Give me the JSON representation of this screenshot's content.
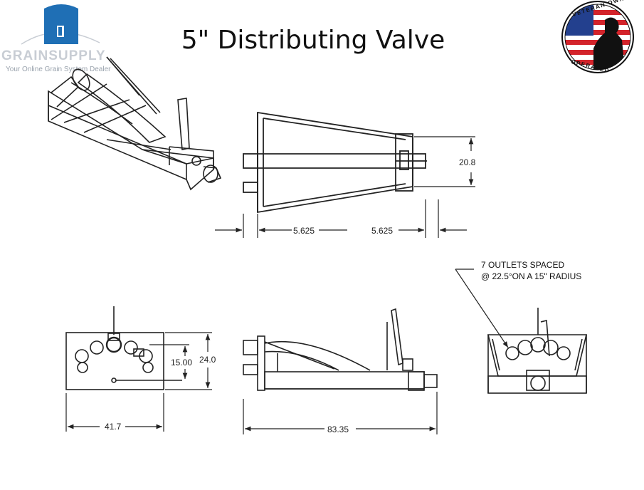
{
  "title": "5\" Distributing Valve",
  "logo": {
    "brand": "GRAINSUPPLY",
    "tagline": "Your Online Grain System Dealer",
    "colors": {
      "blue": "#1f6fb5",
      "gray": "#c8cdd4"
    }
  },
  "seal": {
    "top_text": "VETERAN OWNED",
    "bottom_text": "OPERATED",
    "colors": {
      "red": "#d3242b",
      "blue": "#23408e"
    }
  },
  "dimensions": {
    "top_height": "20.8",
    "top_left_width": "5.625",
    "top_right_width": "5.625",
    "front_inner_height": "15.00",
    "front_outer_height": "24.0",
    "front_width": "41.7",
    "side_length": "83.35"
  },
  "note": {
    "line1": "7 OUTLETS SPACED",
    "line2": "@ 22.5°ON A 15\" RADIUS"
  }
}
